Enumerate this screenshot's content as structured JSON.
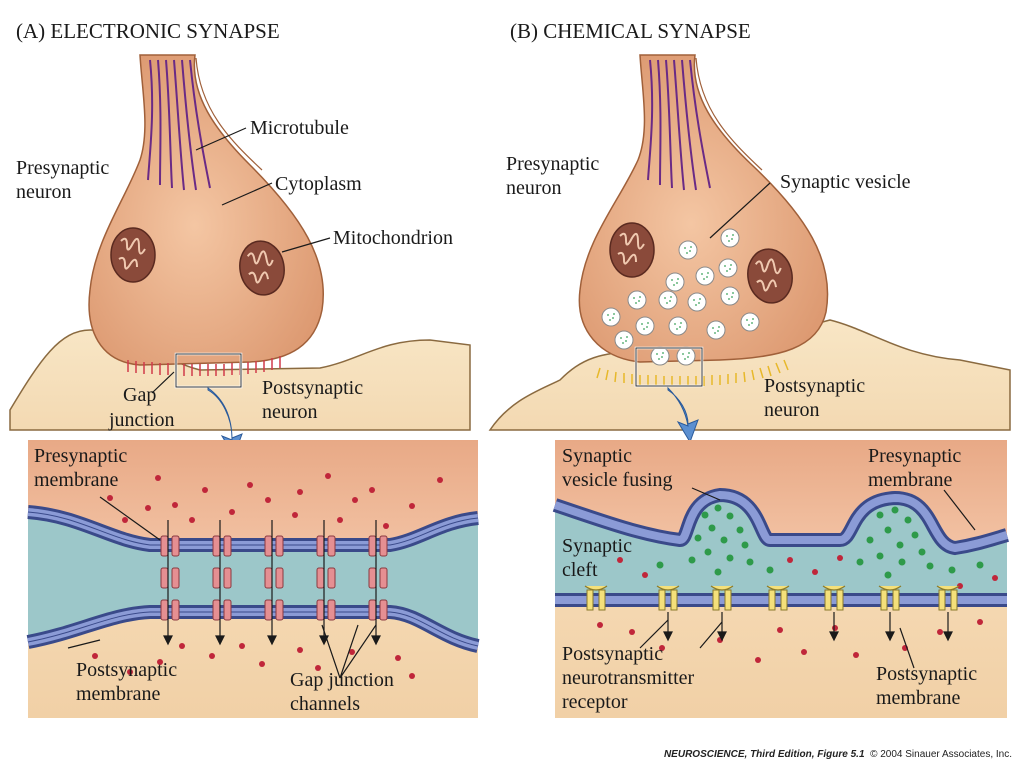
{
  "panel_a": {
    "title": "(A)  ELECTRONIC SYNAPSE",
    "microtubule": "Microtubule",
    "cytoplasm": "Cytoplasm",
    "presynaptic_neuron_1": "Presynaptic",
    "presynaptic_neuron_2": "neuron",
    "mitochondrion": "Mitochondrion",
    "gap_junction_1": "Gap",
    "gap_junction_2": "junction",
    "postsynaptic_neuron_1": "Postsynaptic",
    "postsynaptic_neuron_2": "neuron",
    "pre_membrane_1": "Presynaptic",
    "pre_membrane_2": "membrane",
    "post_membrane_1": "Postsynaptic",
    "post_membrane_2": "membrane",
    "channels_1": "Gap junction",
    "channels_2": "channels"
  },
  "panel_b": {
    "title": "(B)  CHEMICAL SYNAPSE",
    "presynaptic_neuron_1": "Presynaptic",
    "presynaptic_neuron_2": "neuron",
    "synaptic_vesicle": "Synaptic vesicle",
    "postsynaptic_neuron_1": "Postsynaptic",
    "postsynaptic_neuron_2": "neuron",
    "vesicle_fusing_1": "Synaptic",
    "vesicle_fusing_2": "vesicle fusing",
    "pre_membrane_1": "Presynaptic",
    "pre_membrane_2": "membrane",
    "cleft_1": "Synaptic",
    "cleft_2": "cleft",
    "receptor_1": "Postsynaptic",
    "receptor_2": "neurotransmitter",
    "receptor_3": "receptor",
    "post_membrane_1": "Postsynaptic",
    "post_membrane_2": "membrane"
  },
  "credit": {
    "book": "NEUROSCIENCE, Third Edition, Figure 5.1",
    "copyright": "© 2004 Sinauer Associates, Inc."
  },
  "colors": {
    "neuron": "#ebb08a",
    "neuron_dark": "#c98760",
    "postsynaptic": "#f6e2bf",
    "membrane": "#5b6aa8",
    "cleft": "#9cc7c9",
    "ion": "#c0263a",
    "transmitter": "#2e9a4a",
    "arrow": "#5b8fd0"
  }
}
